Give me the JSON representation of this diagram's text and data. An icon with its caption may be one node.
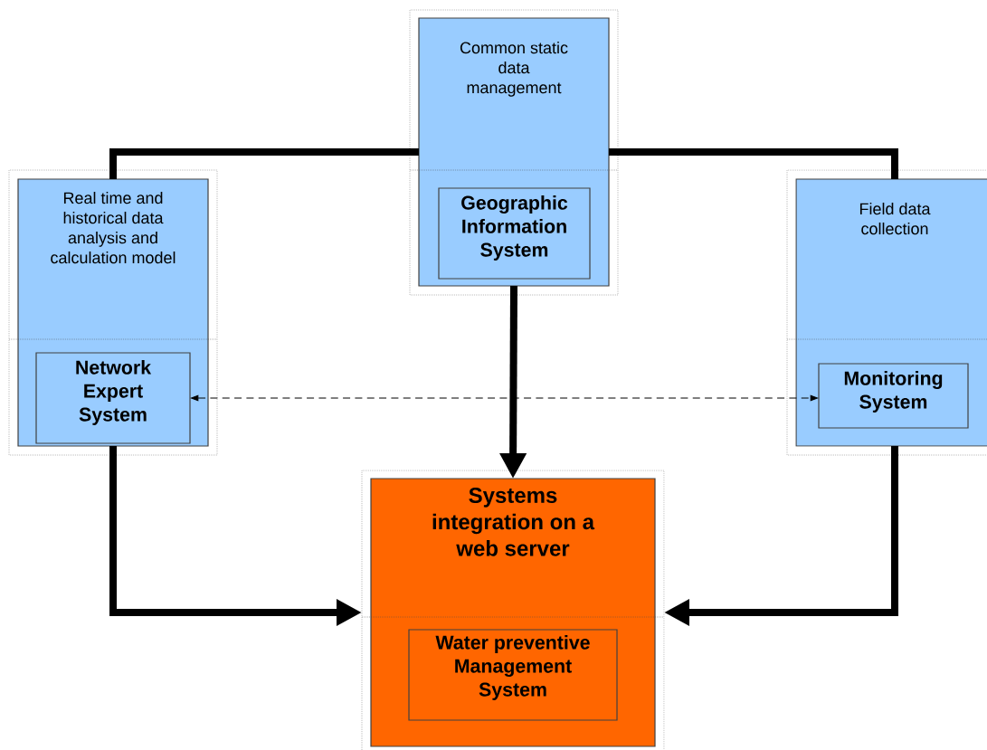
{
  "diagram": {
    "nodes": [
      {
        "text": [
          "Common static data management"
        ]
      },
      {
        "text": [
          "Geographic Information System"
        ],
        "in": 0
      },
      {
        "text": [
          "Real time and historical data analysis and calculation model"
        ]
      },
      {
        "text": [
          "Network Expert System"
        ],
        "in": 2
      },
      {
        "text": [
          "Field data collection"
        ]
      },
      {
        "text": [
          "Monitoring System"
        ],
        "in": 4
      },
      {
        "text": [
          "Systems integration on a web server"
        ]
      },
      {
        "text": [
          "Water preventive Management System"
        ],
        "in": 6
      }
    ],
    "edges": [
      {
        "from": 0,
        "to": 2,
        "arrow": "none"
      },
      {
        "from": 0,
        "to": 4,
        "arrow": "none"
      },
      {
        "from": 0,
        "to": 6,
        "arrow": "to"
      },
      {
        "from": 2,
        "to": 6,
        "arrow": "to"
      },
      {
        "from": 4,
        "to": 6,
        "arrow": "to"
      },
      {
        "from": 3,
        "to": 5,
        "arrow": "both",
        "style": "dashed"
      }
    ]
  }
}
